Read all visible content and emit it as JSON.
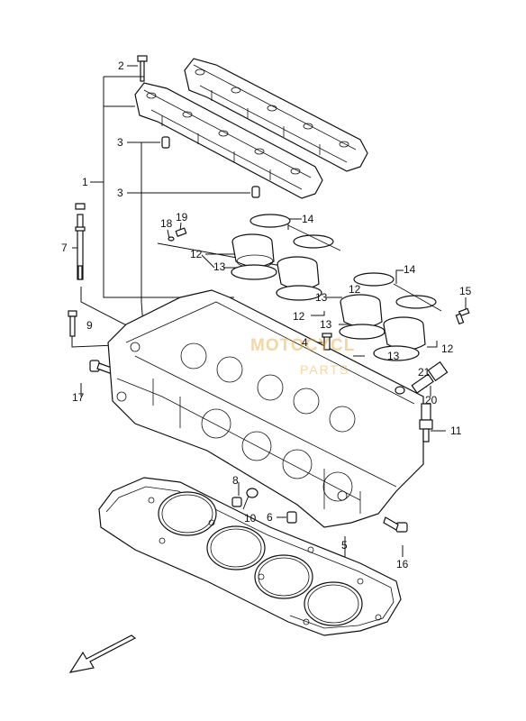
{
  "diagram": {
    "callouts": {
      "n1": "1",
      "n2": "2",
      "n3a": "3",
      "n3b": "3",
      "n4": "4",
      "n5": "5",
      "n6": "6",
      "n7": "7",
      "n8": "8",
      "n9": "9",
      "n10": "10",
      "n11": "11",
      "n12a": "12",
      "n12b": "12",
      "n12c": "12",
      "n12d": "12",
      "n13a": "13",
      "n13b": "13",
      "n13c": "13",
      "n13d": "13",
      "n14a": "14",
      "n14b": "14",
      "n15": "15",
      "n16": "16",
      "n17": "17",
      "n18": "18",
      "n19": "19",
      "n20": "20",
      "n21": "21"
    },
    "watermark": {
      "brand": "MOTOCYCL",
      "sub": "PARTS"
    },
    "colors": {
      "line": "#111111",
      "watermark": "#e8a33a"
    },
    "direction_icon": "front-arrow-icon"
  }
}
